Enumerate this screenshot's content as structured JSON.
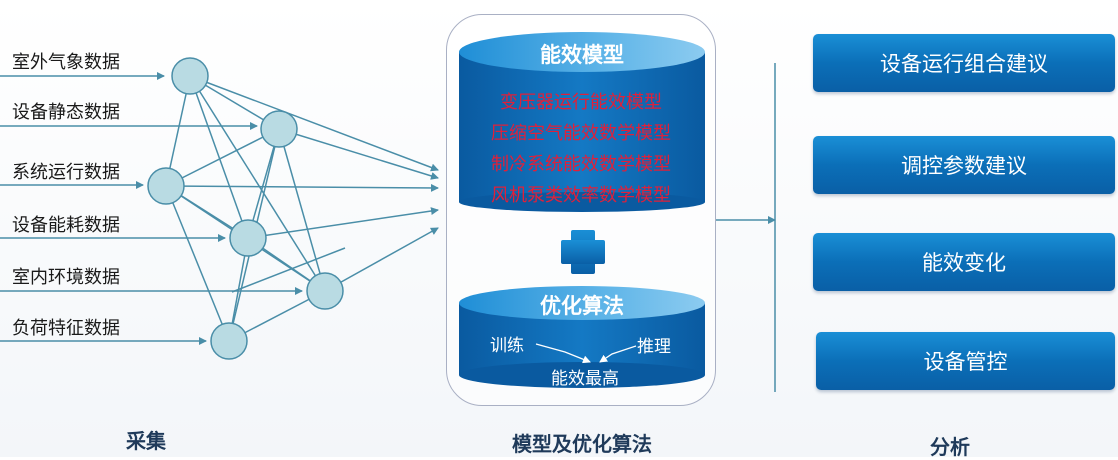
{
  "inputs": [
    "室外气象数据",
    "设备静态数据",
    "系统运行数据",
    "设备能耗数据",
    "室内环境数据",
    "负荷特征数据"
  ],
  "model": {
    "title": "能效模型",
    "items": [
      "变压器运行能效模型",
      "压缩空气能效数学模型",
      "制冷系统能效数学模型",
      "风机泵类效率数学模型"
    ]
  },
  "algorithm": {
    "title": "优化算法",
    "train": "训练",
    "infer": "推理",
    "result": "能效最高"
  },
  "outputs": [
    "设备运行组合建议",
    "调控参数建议",
    "能效变化",
    "设备管控"
  ],
  "sections": {
    "collect": "采集",
    "model_algo": "模型及优化算法",
    "analysis": "分析"
  },
  "colors": {
    "line": "#4a8ea8",
    "node_fill": "#b9dbe3",
    "blue_dark": "#0a5fa6",
    "blue_light": "#1a8fd6",
    "model_text": "#e0203a"
  }
}
